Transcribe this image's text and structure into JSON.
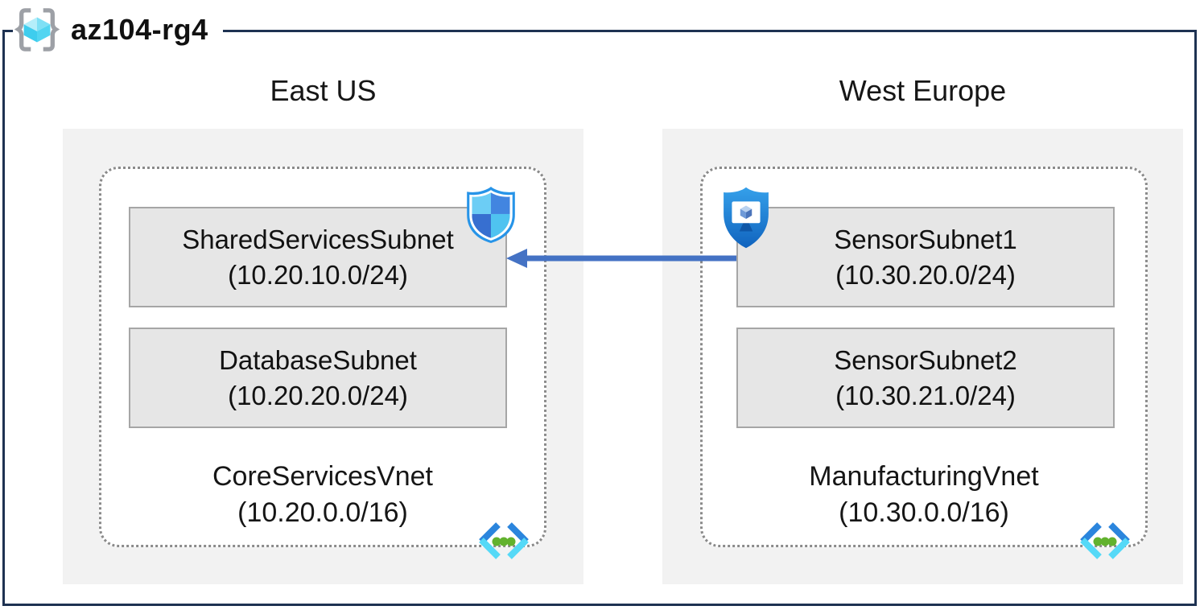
{
  "diagram_title": "az104-rg4",
  "regions": [
    {
      "name": "East US",
      "vnet": {
        "name": "CoreServicesVnet",
        "cidr": "(10.20.0.0/16)"
      },
      "subnets": [
        {
          "name": "SharedServicesSubnet",
          "cidr": "(10.20.10.0/24)"
        },
        {
          "name": "DatabaseSubnet",
          "cidr": "(10.20.20.0/24)"
        }
      ]
    },
    {
      "name": "West Europe",
      "vnet": {
        "name": "ManufacturingVnet",
        "cidr": "(10.30.0.0/16)"
      },
      "subnets": [
        {
          "name": "SensorSubnet1",
          "cidr": "(10.30.20.0/24)"
        },
        {
          "name": "SensorSubnet2",
          "cidr": "(10.30.21.0/24)"
        }
      ]
    }
  ],
  "connection": {
    "from": "SensorSubnet1",
    "to": "SharedServicesSubnet",
    "direction": "right-to-left"
  },
  "icons": {
    "header": "resource-group-icon",
    "shared_services_subnet": "network-security-group-shield-icon",
    "sensor_subnet1": "application-security-group-shield-icon",
    "vnet_corner": "virtual-network-icon"
  },
  "colors": {
    "frame_border": "#1e3252",
    "region_bg": "#f2f2f2",
    "subnet_bg": "#e6e6e6",
    "subnet_border": "#a6a6a6",
    "vnet_dotted_border": "#8a8a8a",
    "arrow": "#4472c4",
    "azure_blue": "#2b85dd",
    "azure_cyan": "#55d9f7",
    "dot_green": "#62b22e"
  }
}
